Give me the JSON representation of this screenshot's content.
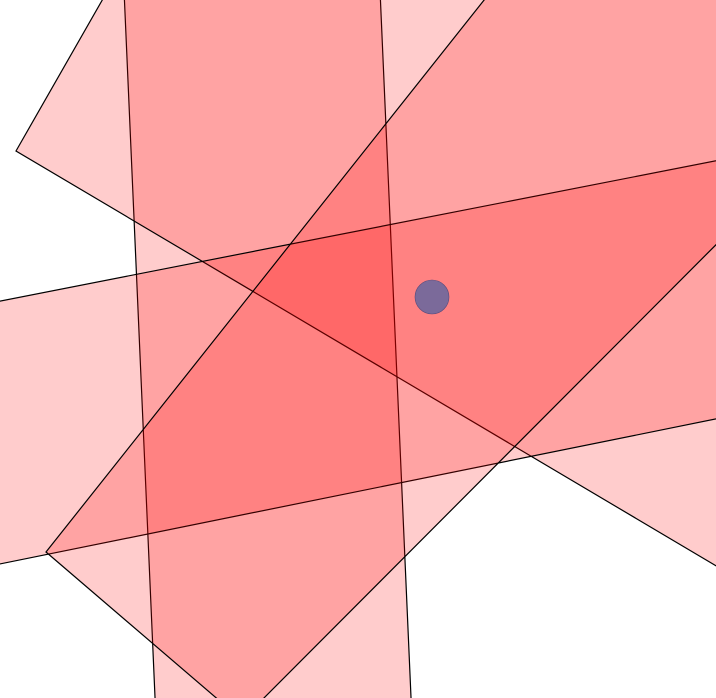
{
  "scene": {
    "background": "#ffffff",
    "band_fill": "#ff0000",
    "band_opacity": 0.2,
    "outline": "#000000",
    "band_count": 4,
    "marker": {
      "color": "#7b6a9a",
      "shape": "circle"
    }
  }
}
